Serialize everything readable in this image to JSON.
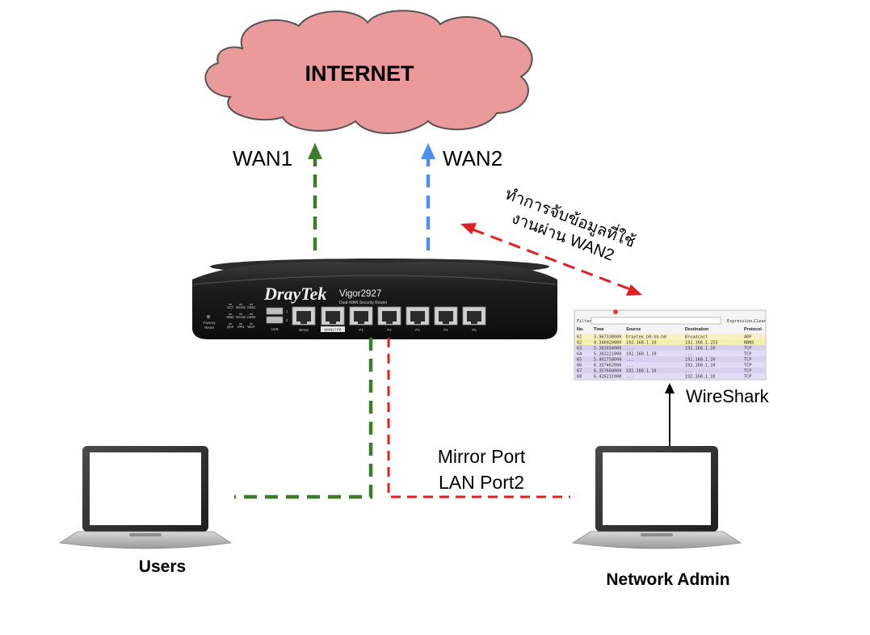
{
  "cloud": {
    "label": "INTERNET",
    "fill": "#ea9a9b",
    "stroke": "#555555"
  },
  "links": {
    "wan1": {
      "label": "WAN1",
      "color": "#3d7d2a"
    },
    "wan2": {
      "label": "WAN2",
      "color": "#4f8ef0"
    },
    "capture_note": {
      "line1": "ทำการจับข้อมูลที่ใช้",
      "line2": "งานผ่าน WAN2",
      "color": "#e02020"
    },
    "mirror": {
      "line1": "Mirror Port",
      "line2": "LAN Port2",
      "color": "#e02020"
    },
    "users_link_color": "#3d7d2a"
  },
  "router": {
    "brand": "DrayTek",
    "model": "Vigor2927",
    "subtitle": "Dual-WAN Security Router",
    "leds_row1": [
      "ACT",
      "WAN1",
      "USB1"
    ],
    "leds_row2": [
      "DMZ",
      "WAN2",
      "USB2"
    ],
    "leds_row3": [
      "QoS",
      "VPN",
      "WCF"
    ],
    "factory_reset": [
      "Factory",
      "Reset"
    ],
    "usb_label": "USB",
    "usb_nums": [
      "1",
      "2"
    ],
    "port_labels": [
      "WAN1",
      "WAN2 / P6",
      "P1",
      "P2",
      "P3",
      "P4",
      "P5"
    ]
  },
  "wireshark": {
    "label": "WireShark",
    "filter_label": "Filter:",
    "filter_buttons": [
      "Expression...",
      "Clear"
    ],
    "columns": [
      "No.",
      "Time",
      "Source",
      "Destination",
      "Protocol"
    ],
    "rows": [
      [
        "61",
        "3.967338000",
        "Draytek_b0:bb:b0",
        "Broadcast",
        "ARP"
      ],
      [
        "62",
        "4.346020000",
        "192.168.1.10",
        "192.168.1.255",
        "NBNS"
      ],
      [
        "63",
        "5.383034000",
        "...",
        "192.168.1.10",
        "TCP"
      ],
      [
        "64",
        "5.383221000",
        "192.168.1.10",
        "...",
        "TCP"
      ],
      [
        "65",
        "5.402758000",
        "...",
        "192.168.1.10",
        "TCP"
      ],
      [
        "66",
        "6.357462000",
        "...",
        "192.168.1.10",
        "TCP"
      ],
      [
        "67",
        "6.357668000",
        "192.168.1.10",
        "...",
        "TCP"
      ],
      [
        "68",
        "6.426231000",
        "...",
        "192.168.1.10",
        "TCP"
      ]
    ],
    "row_colors": [
      "#fbf0c4",
      "#f3f0b0",
      "#d9d0f0",
      "#e3dcf6",
      "#d9d0f0",
      "#e3dcf6",
      "#d9d0f0",
      "#e3dcf6"
    ]
  },
  "users": {
    "label": "Users"
  },
  "admin": {
    "label": "Network Admin"
  }
}
